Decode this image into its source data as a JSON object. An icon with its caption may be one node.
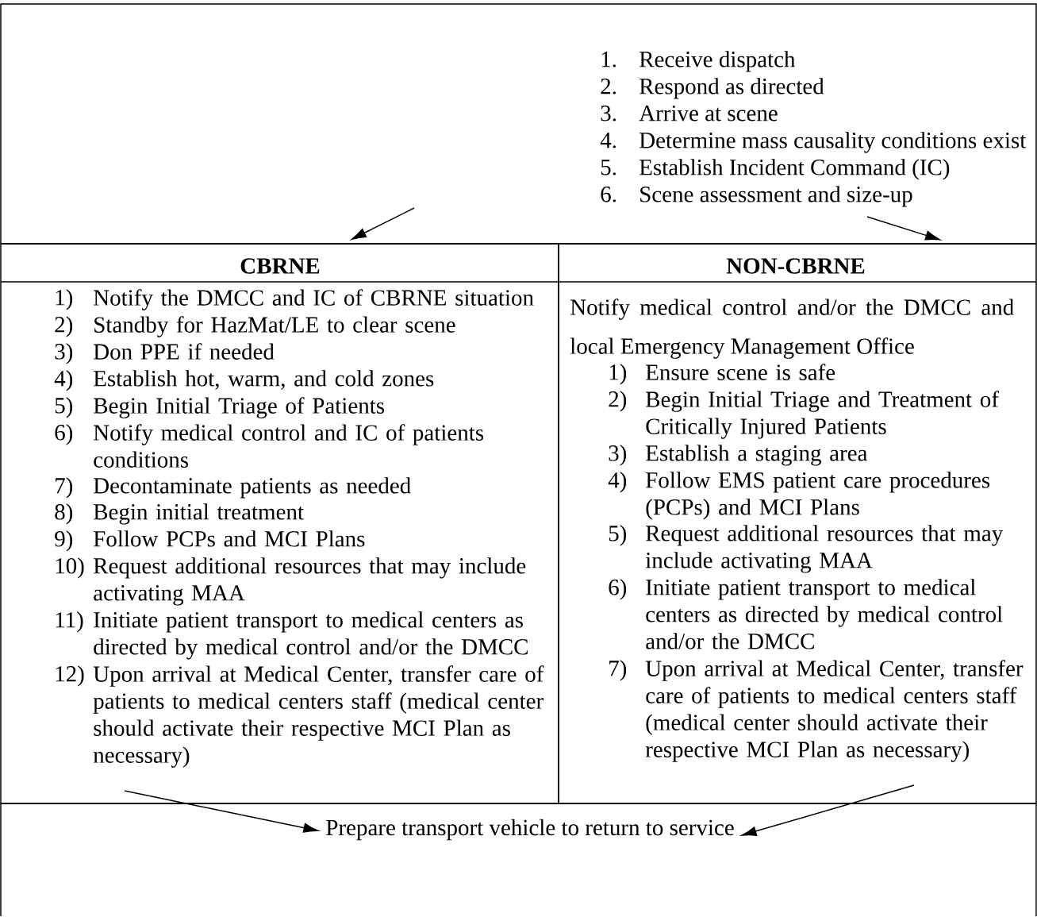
{
  "diagram": {
    "nodes": [
      {
        "text": [
          "1.",
          "Receive dispatch",
          "2.",
          "Respond as directed",
          "3.",
          "Arrive at scene",
          "4.",
          "Determine mass causality conditions exist",
          "5.",
          "Establish Incident Command (IC)",
          "6.",
          "Scene assessment and size-up"
        ]
      },
      {
        "text": [
          "CBRNE",
          "1)",
          "Notify the DMCC and IC of CBRNE situation",
          "2)",
          "Standby for HazMat/LE to clear scene",
          "3)",
          "Don PPE if needed",
          "4)",
          "Establish hot, warm, and cold zones",
          "5)",
          "Begin Initial Triage of Patients",
          "6)",
          "Notify medical control and IC of patients conditions",
          "7)",
          "Decontaminate patients as needed",
          "8)",
          "Begin initial treatment",
          "9)",
          "Follow PCPs and MCI Plans",
          "10)",
          "Request additional resources that may include activating MAA",
          "11)",
          "Initiate patient transport to medical centers as directed by medical control and/or the DMCC",
          "12)",
          "Upon arrival at Medical Center, transfer care of patients to medical centers staff (medical center should activate their respective MCI Plan as necessary)"
        ]
      },
      {
        "text": [
          "NON-CBRNE",
          "Notify medical control and/or the DMCC and local Emergency Management Office",
          "1)",
          "Ensure scene is safe",
          "2)",
          "Begin Initial Triage and Treatment of Critically Injured Patients",
          "3)",
          "Establish a staging area",
          "4)",
          "Follow EMS patient care procedures (PCPs) and MCI Plans",
          "5)",
          "Request additional resources that may include activating MAA",
          "6)",
          "Initiate patient transport to medical centers as directed by medical control and/or the DMCC",
          "7)",
          "Upon arrival at Medical Center, transfer care of patients to medical centers staff (medical center should activate their respective MCI Plan as necessary)"
        ]
      },
      {
        "text": [
          "Prepare transport vehicle to return to service"
        ]
      }
    ],
    "edges": [
      {
        "from": 0,
        "to": 1,
        "arrow": "to"
      },
      {
        "from": 0,
        "to": 2,
        "arrow": "to"
      },
      {
        "from": 1,
        "to": 3,
        "arrow": "to"
      },
      {
        "from": 2,
        "to": 3,
        "arrow": "to"
      }
    ]
  }
}
